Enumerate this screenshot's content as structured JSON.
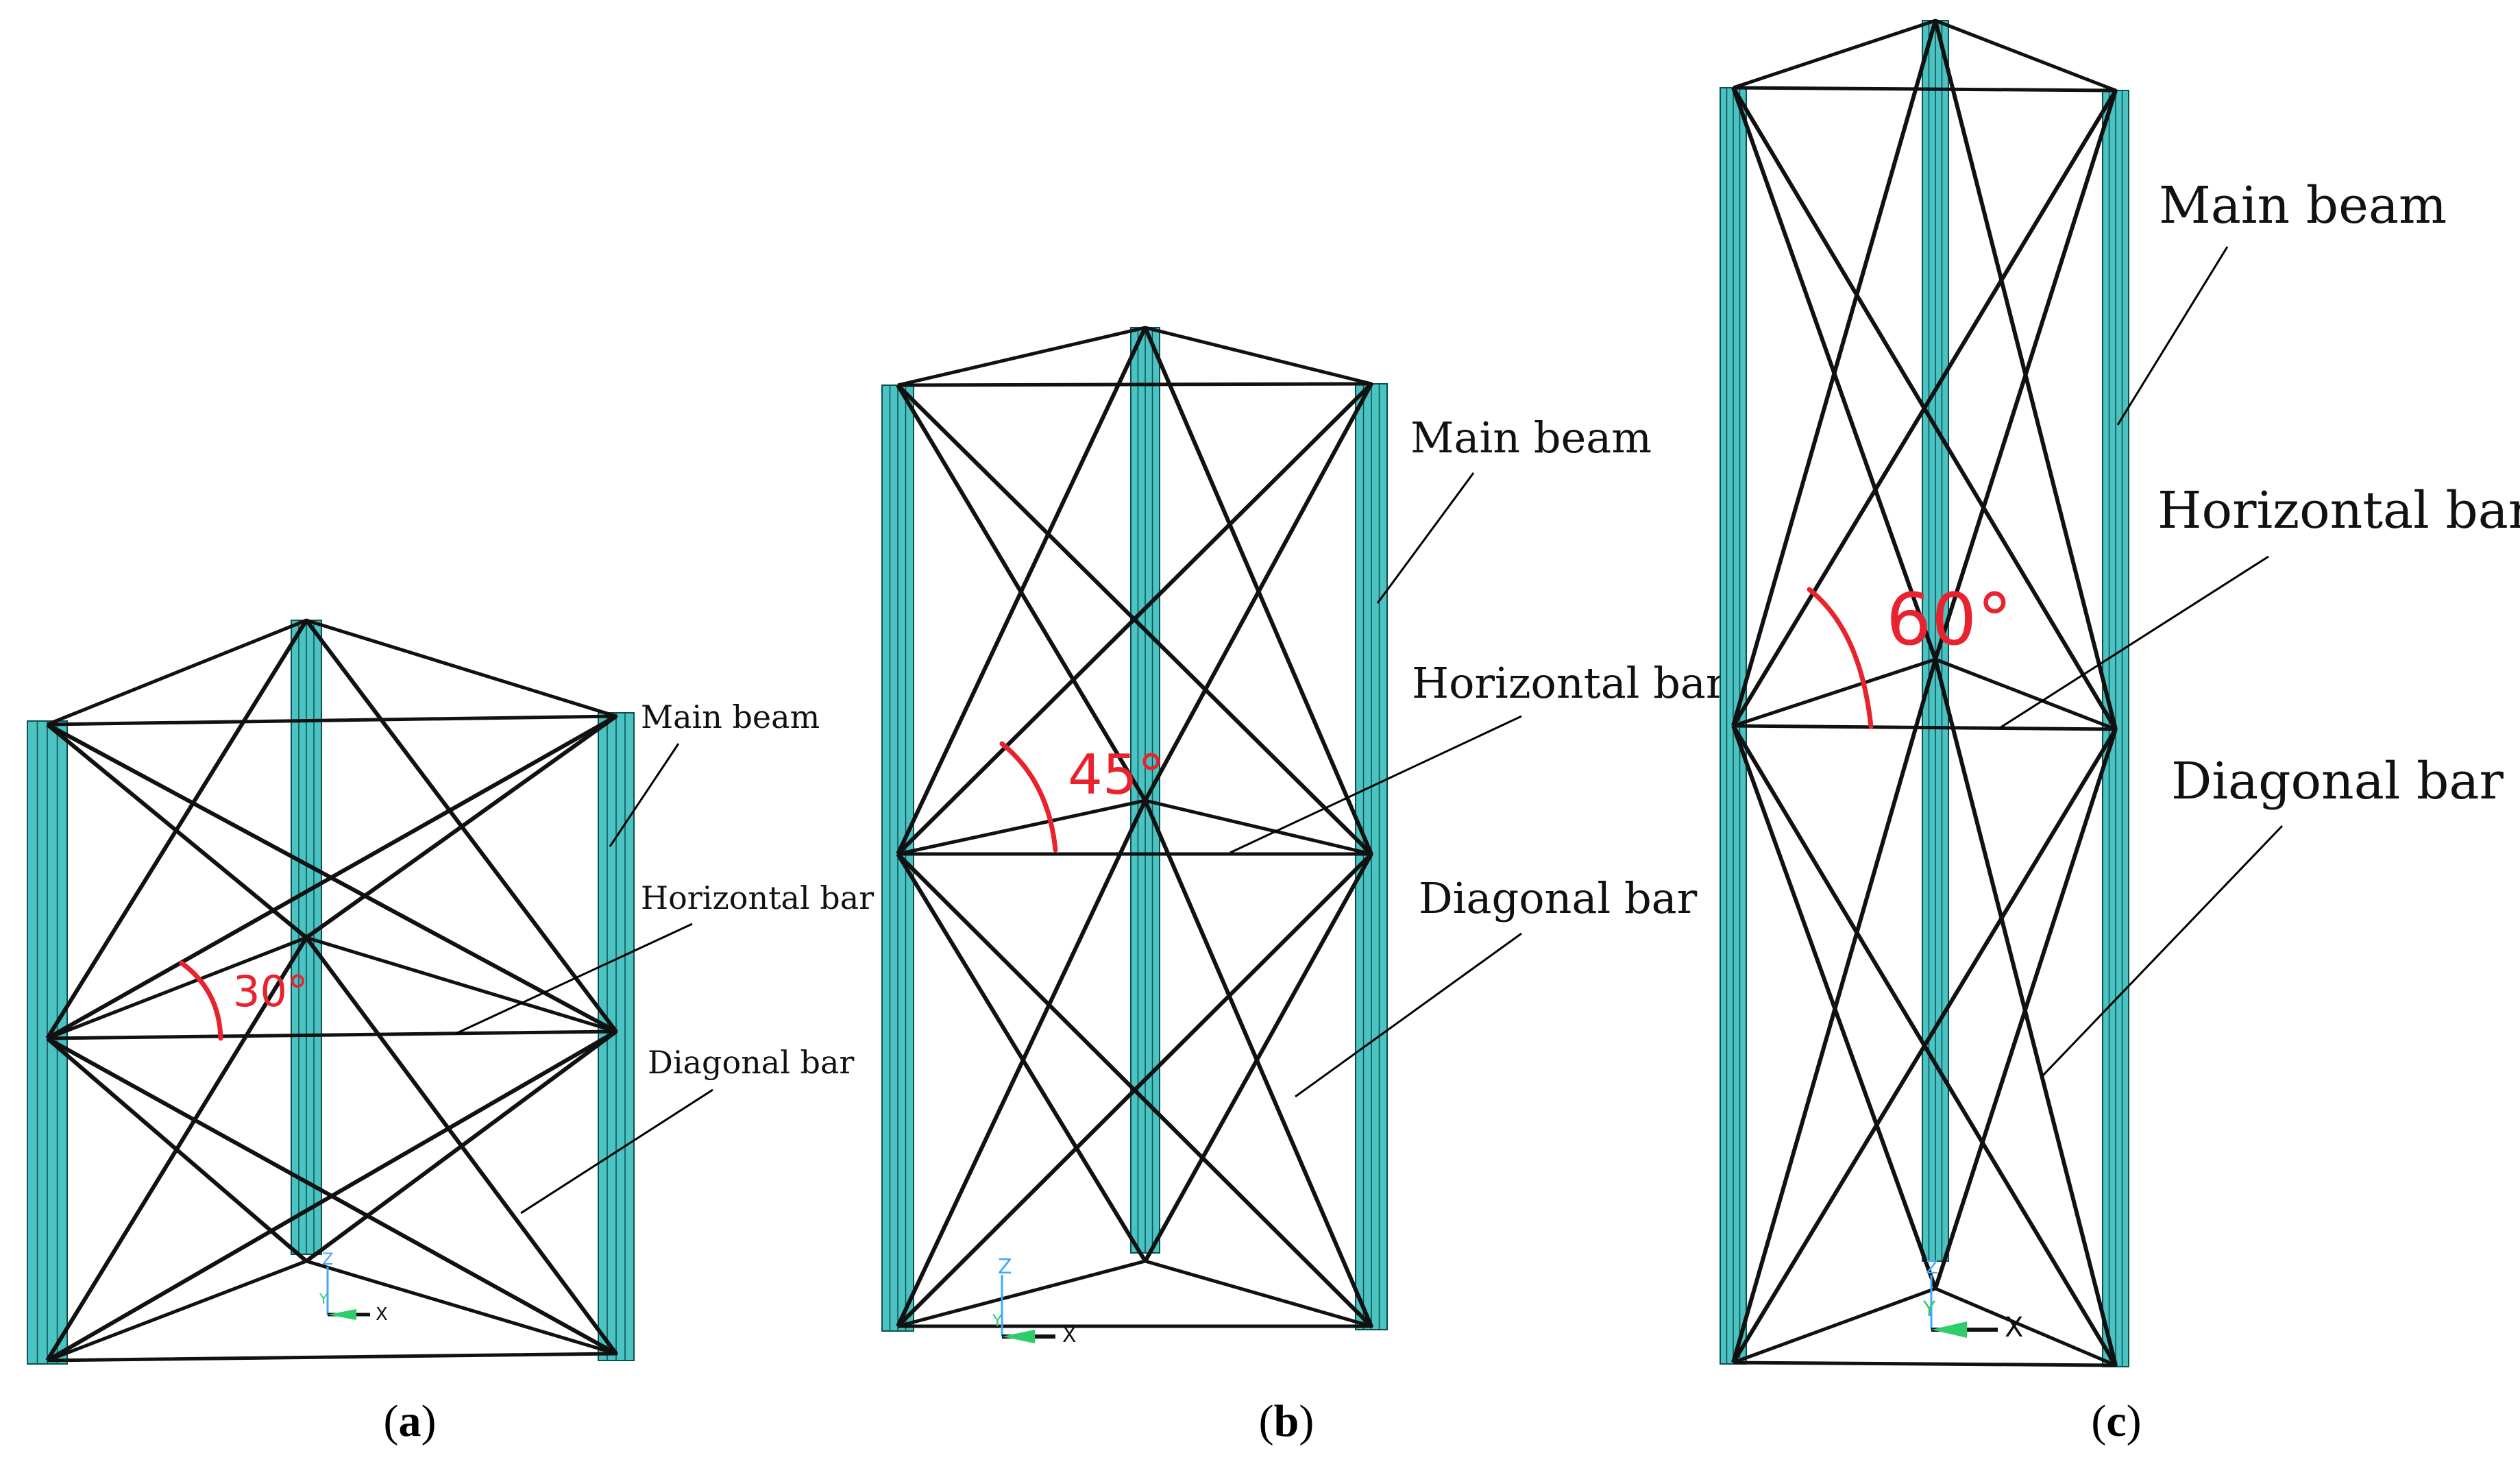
{
  "colors": {
    "beam": "#4cc3c3",
    "beam_edge": "#0a5050",
    "bar": "#111111",
    "angle": "#e8232d",
    "axis_z": "#3fa8ff",
    "axis_y": "#2fcc6a"
  },
  "panels": [
    {
      "id": "a",
      "caption_open": "(",
      "caption_letter": "a",
      "caption_close": ")",
      "angle_label": "30°",
      "labels": {
        "main_beam": "Main beam",
        "horizontal_bar": "Horizontal bar",
        "diagonal_bar": "Diagonal bar"
      },
      "axis": {
        "x": "X",
        "y": "Y",
        "z": "Z"
      }
    },
    {
      "id": "b",
      "caption_open": "(",
      "caption_letter": "b",
      "caption_close": ")",
      "angle_label": "45°",
      "labels": {
        "main_beam": "Main beam",
        "horizontal_bar": "Horizontal bar",
        "diagonal_bar": "Diagonal bar"
      },
      "axis": {
        "x": "X",
        "y": "Y",
        "z": "Z"
      }
    },
    {
      "id": "c",
      "caption_open": "(",
      "caption_letter": "c",
      "caption_close": ")",
      "angle_label": "60°",
      "labels": {
        "main_beam": "Main beam",
        "horizontal_bar": "Horizontal bar",
        "diagonal_bar": "Diagonal bar"
      },
      "axis": {
        "x": "X",
        "y": "Y",
        "z": "Z"
      }
    }
  ]
}
